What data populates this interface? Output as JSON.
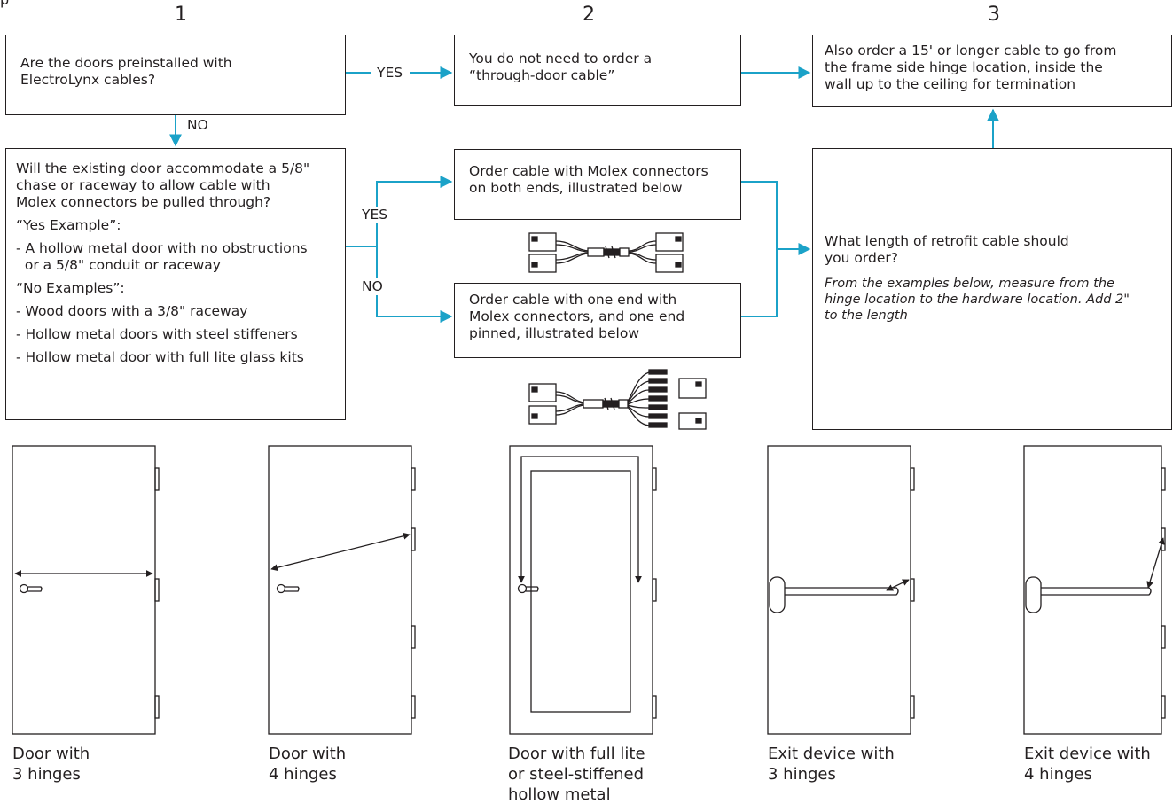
{
  "corner_text": "p",
  "columns": [
    "1",
    "2",
    "3"
  ],
  "flow": {
    "q1": [
      "Are the doors preinstalled with",
      "ElectroLynx cables?"
    ],
    "yes_label": "YES",
    "no_label": "NO",
    "b2": [
      "You do not need to order a",
      "“through-door cable”"
    ],
    "b3": [
      "Also order a 15' or longer cable to go from",
      "the frame side hinge location, inside the",
      "wall up to the ceiling for termination"
    ],
    "q2": [
      "Will the existing door accommodate a 5/8\"",
      "chase or raceway to allow cable with",
      "Molex connectors be pulled through?"
    ],
    "yes_example_title": "“Yes Example”:",
    "yes_examples": [
      "- A hollow metal door with no obstructions",
      "  or a 5/8\" conduit or raceway"
    ],
    "no_examples_title": "“No Examples”:",
    "no_examples": [
      "- Wood doors with a 3/8\" raceway",
      "- Hollow metal doors with steel stiffeners",
      "- Hollow metal door with full lite glass kits"
    ],
    "yes2_label": "YES",
    "no2_label": "NO",
    "opt_both": [
      "Order cable with Molex connectors",
      "on both ends, illustrated below"
    ],
    "opt_one": [
      "Order cable with one end with",
      "Molex connectors, and one end",
      "pinned, illustrated below"
    ],
    "length_q": [
      "What length of retrofit cable should",
      "you order?"
    ],
    "length_note": [
      "From the examples below, measure from the",
      "hinge location to the hardware location. Add 2\"",
      "to the length"
    ]
  },
  "doors": [
    {
      "caption": [
        "Door with",
        "3 hinges"
      ]
    },
    {
      "caption": [
        "Door with",
        "4 hinges"
      ]
    },
    {
      "caption": [
        "Door with full lite",
        "or steel-stiffened",
        "hollow metal"
      ]
    },
    {
      "caption": [
        "Exit device with",
        "3 hinges"
      ]
    },
    {
      "caption": [
        "Exit device with",
        "4 hinges"
      ]
    }
  ],
  "colors": {
    "arrow": "#1ba2c8",
    "line": "#231f20"
  }
}
